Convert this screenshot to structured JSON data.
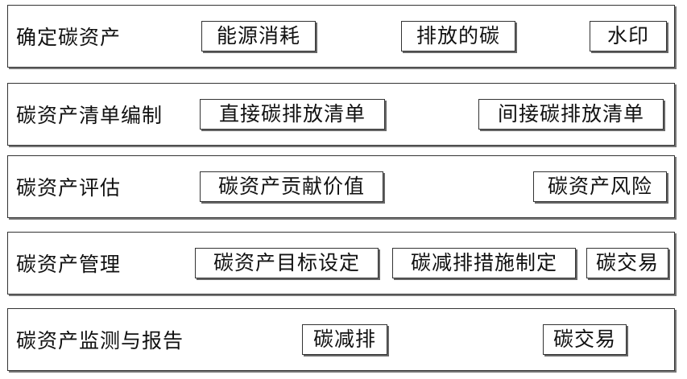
{
  "rows": [
    {
      "label": "确定碳资产",
      "items": [
        "能源消耗",
        "排放的碳",
        "水印"
      ]
    },
    {
      "label": "碳资产清单编制",
      "items": [
        "直接碳排放清单",
        "间接碳排放清单"
      ]
    },
    {
      "label": "碳资产评估",
      "items": [
        "碳资产贡献价值",
        "碳资产风险"
      ]
    },
    {
      "label": "碳资产管理",
      "items": [
        "碳资产目标设定",
        "碳减排措施制定",
        "碳交易"
      ]
    },
    {
      "label": "碳资产监测与报告",
      "items": [
        "碳减排",
        "碳交易"
      ]
    }
  ]
}
